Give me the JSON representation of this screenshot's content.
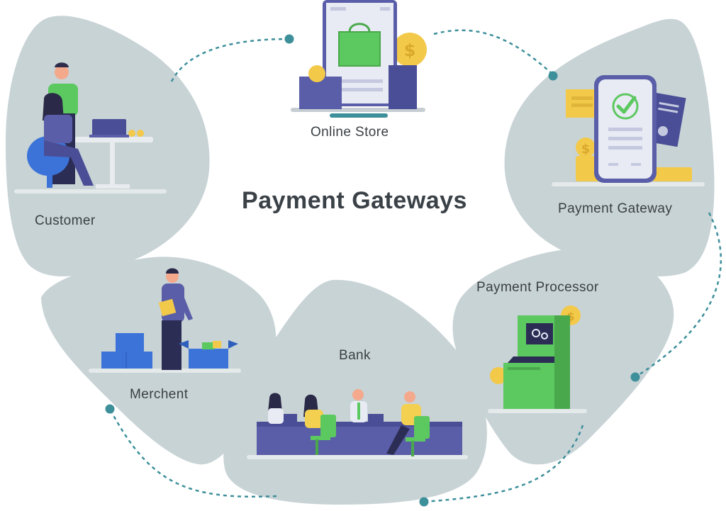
{
  "title": "Payment Gateways",
  "nodes": {
    "online_store": "Online Store",
    "customer": "Customer",
    "payment_gateway": "Payment Gateway",
    "payment_processor": "Payment Processor",
    "merchent": "Merchent",
    "bank": "Bank"
  },
  "colors": {
    "blob": "#c8d3d6",
    "connector": "#3d8f9a",
    "indigo": "#5a5ea8",
    "green": "#5cc860",
    "gold": "#f3c94a",
    "blue": "#3c73d8"
  }
}
